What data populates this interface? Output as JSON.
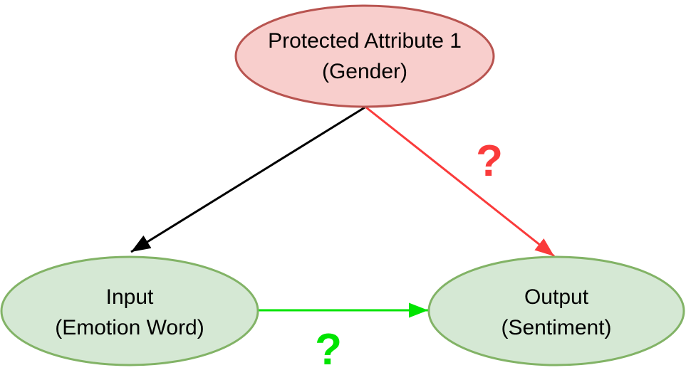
{
  "diagram": {
    "background": "#ffffff",
    "nodes": [
      {
        "name": "protected-attribute-1",
        "line1": "Protected Attribute 1",
        "line2": "(Gender)",
        "fill": "#f8cecc",
        "stroke": "#b85450"
      },
      {
        "name": "input",
        "line1": "Input",
        "line2": "(Emotion Word)",
        "fill": "#d5e8d4",
        "stroke": "#82b366"
      },
      {
        "name": "output",
        "line1": "Output",
        "line2": "(Sentiment)",
        "fill": "#d5e8d4",
        "stroke": "#82b366"
      }
    ],
    "edges": [
      {
        "name": "protected-to-input",
        "from": "protected-attribute-1",
        "to": "input",
        "color": "#000000",
        "label": ""
      },
      {
        "name": "protected-to-output",
        "from": "protected-attribute-1",
        "to": "output",
        "color": "#fa3b3b",
        "label": "?"
      },
      {
        "name": "input-to-output",
        "from": "input",
        "to": "output",
        "color": "#00e400",
        "label": "?"
      }
    ]
  }
}
